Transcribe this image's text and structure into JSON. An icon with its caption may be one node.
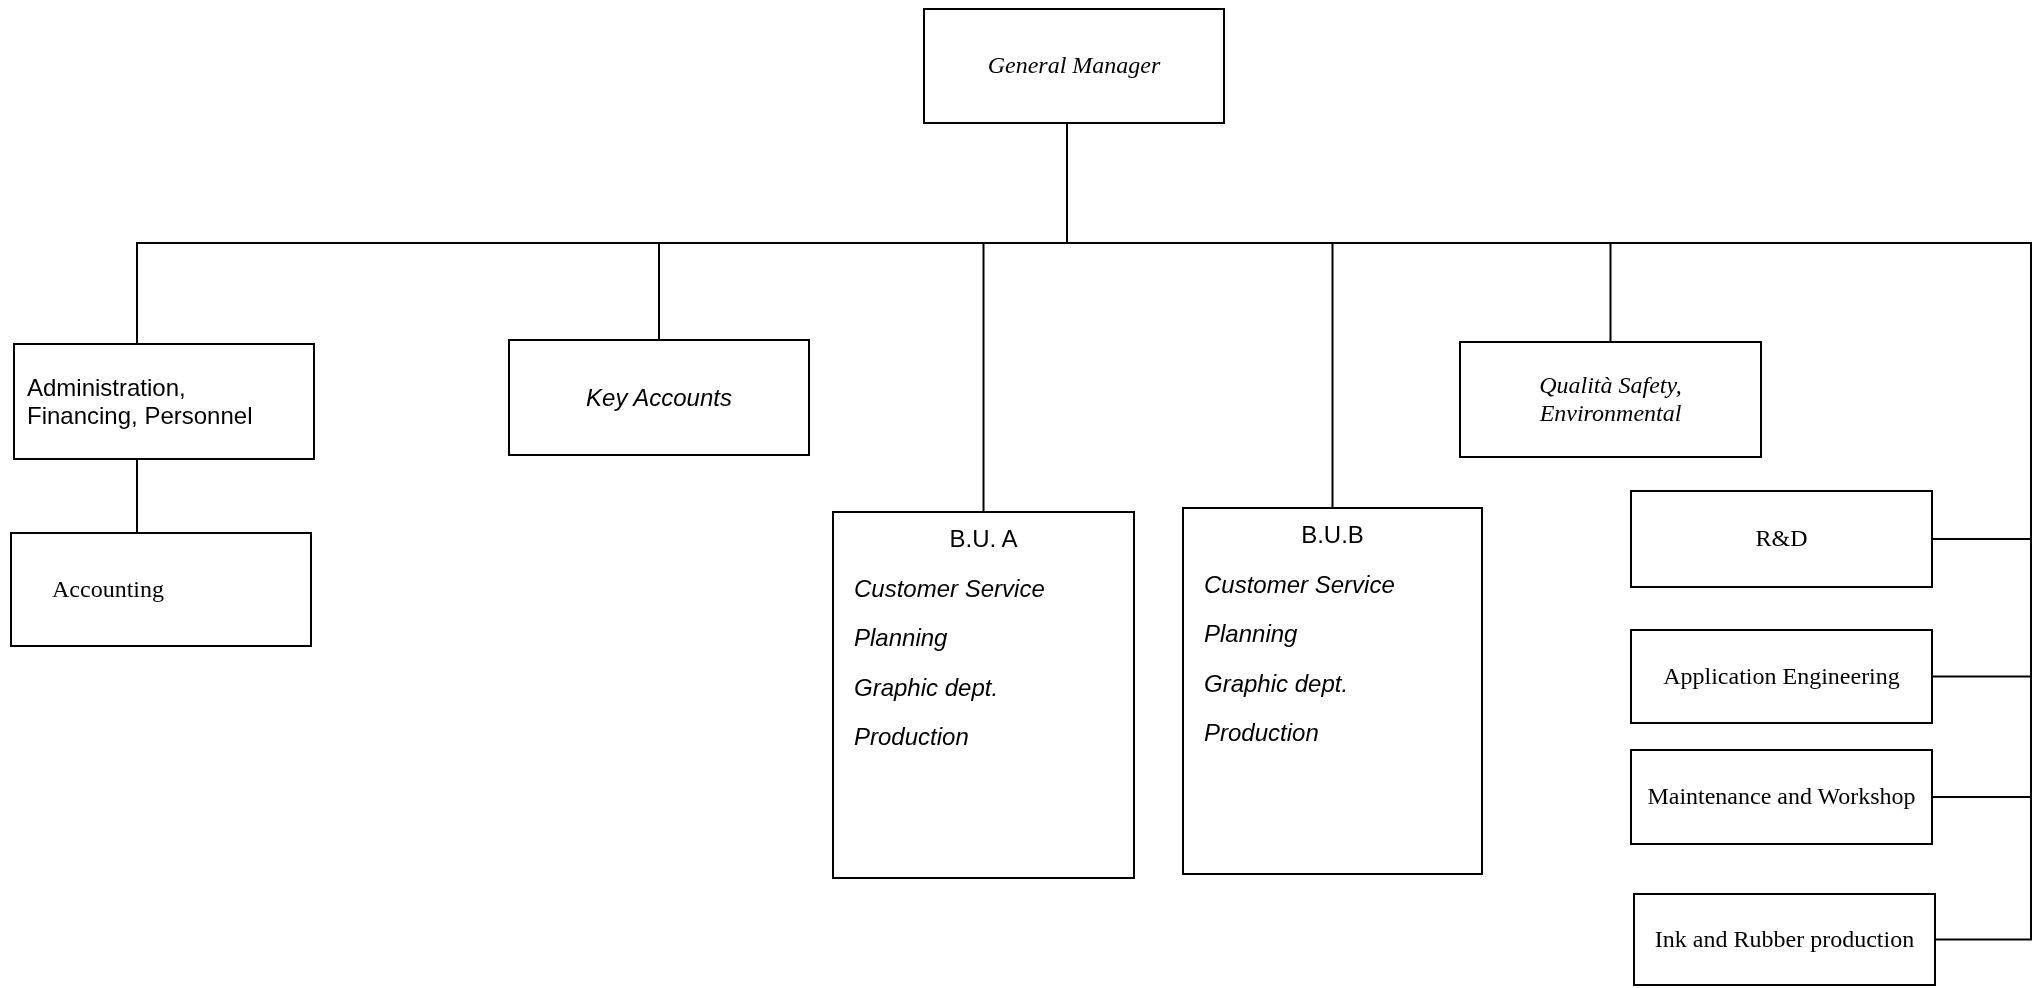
{
  "diagram": {
    "nodes": [
      {
        "text": [
          "General Manager"
        ]
      },
      {
        "text": [
          "Administration, Financing, Personnel"
        ]
      },
      {
        "text": [
          "Accounting"
        ]
      },
      {
        "text": [
          "Key Accounts"
        ]
      },
      {
        "text": [
          "B.U. A",
          "Customer Service",
          "Planning",
          "Graphic dept.",
          "Production"
        ]
      },
      {
        "text": [
          "B.U.B",
          "Customer Service",
          "Planning",
          "Graphic dept.",
          "Production"
        ]
      },
      {
        "text": [
          "Qualità Safety, Environmental"
        ]
      },
      {
        "text": [
          "R&D"
        ]
      },
      {
        "text": [
          "Application Engineering"
        ]
      },
      {
        "text": [
          "Maintenance and Workshop"
        ]
      },
      {
        "text": [
          "Ink  and Rubber production"
        ]
      }
    ],
    "edges": [
      {
        "from": 0,
        "to": 1,
        "arrow": "none"
      },
      {
        "from": 1,
        "to": 2,
        "arrow": "none"
      },
      {
        "from": 0,
        "to": 3,
        "arrow": "none"
      },
      {
        "from": 0,
        "to": 4,
        "arrow": "none"
      },
      {
        "from": 0,
        "to": 5,
        "arrow": "none"
      },
      {
        "from": 0,
        "to": 6,
        "arrow": "none"
      },
      {
        "from": 0,
        "to": 7,
        "arrow": "none"
      },
      {
        "from": 0,
        "to": 8,
        "arrow": "none"
      },
      {
        "from": 0,
        "to": 9,
        "arrow": "none"
      },
      {
        "from": 0,
        "to": 10,
        "arrow": "none"
      }
    ]
  }
}
